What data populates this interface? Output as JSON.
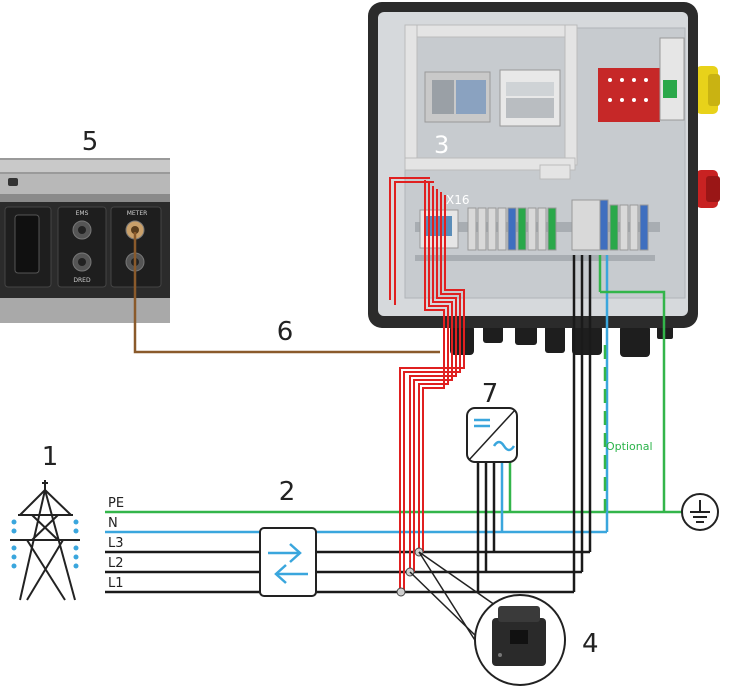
{
  "callouts": {
    "n1": "1",
    "n2": "2",
    "n3": "3",
    "n4": "4",
    "n5": "5",
    "n6": "6",
    "n7": "7"
  },
  "lines": {
    "pe": "PE",
    "n": "N",
    "l3": "L3",
    "l2": "L2",
    "l1": "L1"
  },
  "labels": {
    "x16": "X16",
    "optional": "Optional"
  },
  "panel_labels": {
    "ems": "EMS",
    "meter": "METER",
    "dred": "DRED"
  },
  "colors": {
    "pe_green": "#33b54a",
    "neutral_blue": "#3aa6dd",
    "phase_black": "#1a1a1a",
    "signal_red": "#e02020",
    "rs485_brown": "#8a5a2b",
    "cabinet_dark": "#2b2b2b"
  },
  "icons": [
    "pylon-icon",
    "ground-icon",
    "inverter-icon",
    "bidirectional-meter-icon",
    "ct-clamp-icon"
  ]
}
